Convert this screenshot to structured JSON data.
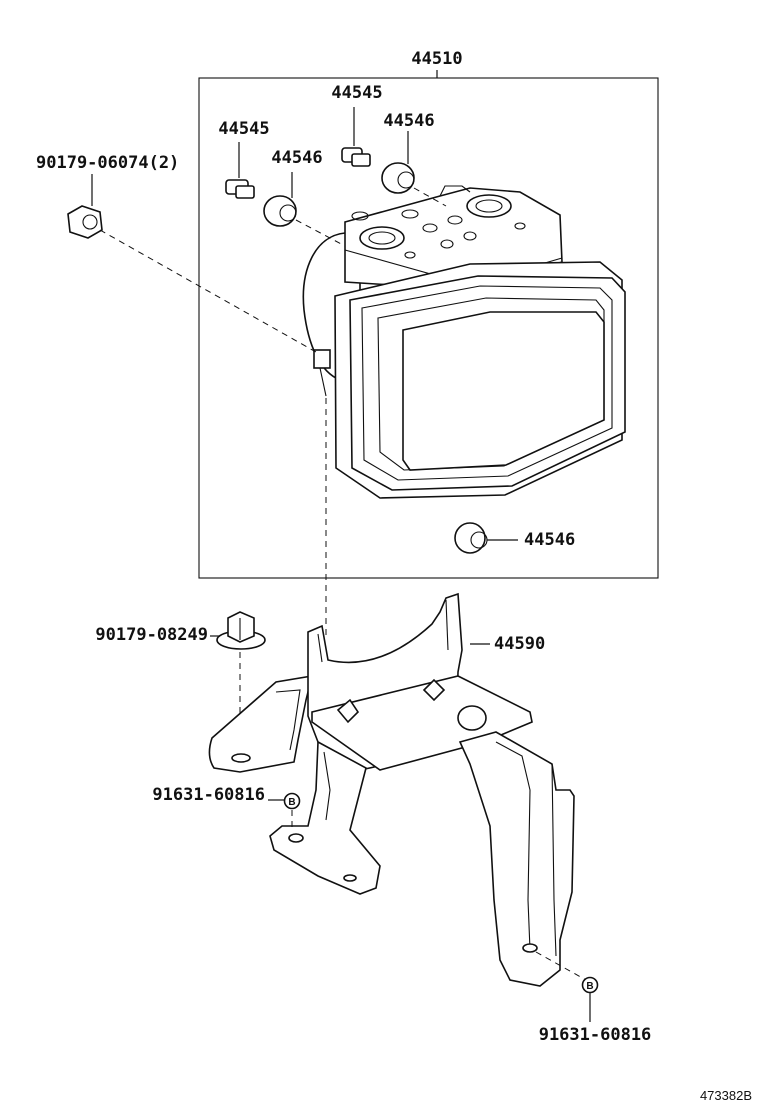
{
  "labels": {
    "assembly": "44510",
    "union_left": "44545",
    "union_right": "44545",
    "cushion_left": "44546",
    "cushion_right": "44546",
    "cushion_lower": "44546",
    "bolt_top_left": "90179-06074(2)",
    "nut_bracket": "90179-08249",
    "bracket": "44590",
    "bolt_lower_left": "91631-60816",
    "bolt_lower_right": "91631-60816"
  },
  "badge_letter": "B",
  "reference_code": "473382B"
}
